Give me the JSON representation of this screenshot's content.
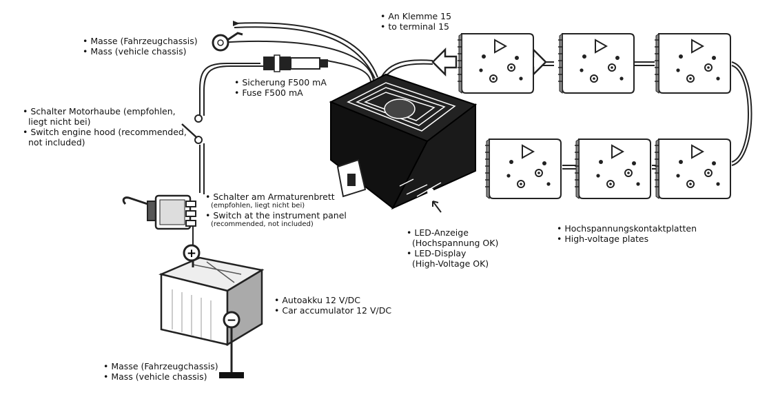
{
  "labels": {
    "terminal": [
      "An Klemme 15",
      "to terminal 15"
    ],
    "ground_top": [
      "Masse (Fahrzeugchassis)",
      "Mass (vehicle chassis)"
    ],
    "fuse": [
      "Sicherung F500 mA",
      "Fuse F500 mA"
    ],
    "hood_switch": [
      "Schalter Motorhaube (empfohlen,",
      "liegt nicht bei)",
      "Switch engine hood (recommended,",
      "not included)"
    ],
    "dash_switch": [
      "Schalter am Armaturenbrett",
      "(empfohlen, liegt nicht bei)",
      "Switch at the instrument panel",
      "(recommended, not included)"
    ],
    "led": [
      "LED-Anzeige",
      "(Hochspannung OK)",
      "LED-Display",
      "(High-Voltage OK)"
    ],
    "battery": [
      "Autoakku 12 V/DC",
      "Car accumulator 12 V/DC"
    ],
    "plates": [
      "Hochspannungskontaktplatten",
      "High-voltage plates"
    ],
    "ground_bottom": [
      "Masse (Fahrzeugchassis)",
      "Mass (vehicle chassis)"
    ]
  },
  "symbols": {
    "plus": "+",
    "minus": "−"
  }
}
